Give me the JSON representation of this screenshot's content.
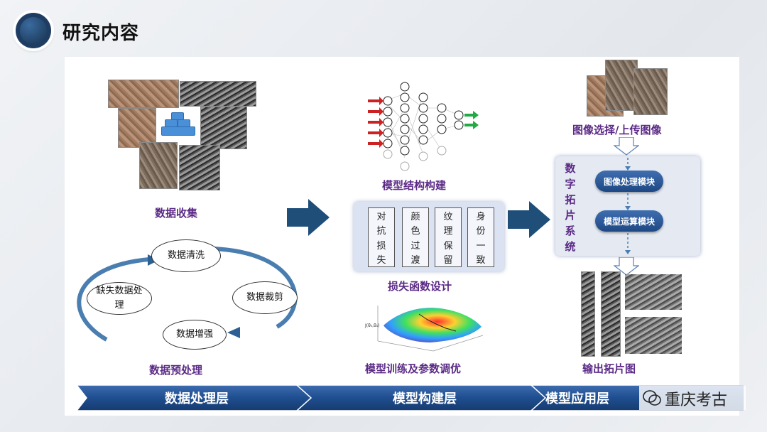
{
  "page_title": "研究内容",
  "sections": {
    "data_collection": "数据收集",
    "preprocessing": "数据预处理",
    "model_structure": "模型结构构建",
    "loss_design": "损失函数设计",
    "training": "模型训练及参数调优",
    "image_select": "图像选择/上传图像",
    "output": "输出拓片图"
  },
  "cycle_nodes": {
    "clean": "数据清洗",
    "crop": "数据裁剪",
    "augment": "数据增强",
    "missing": "缺失数据处理"
  },
  "loss_terms": [
    [
      "对",
      "抗",
      "损",
      "失"
    ],
    [
      "颜",
      "色",
      "过",
      "渡"
    ],
    [
      "纹",
      "理",
      "保",
      "留"
    ],
    [
      "身",
      "份",
      "一",
      "致"
    ]
  ],
  "system": {
    "label_chars": [
      "数",
      "字",
      "拓",
      "片",
      "系",
      "统"
    ],
    "module1": "图像处理模块",
    "module2": "模型运算模块"
  },
  "layers": {
    "data": "数据处理层",
    "model": "模型构建层",
    "app": "模型应用层"
  },
  "watermark": "重庆考古",
  "colors": {
    "accent_purple": "#5b2a86",
    "arrow_blue": "#1f4e79",
    "bar_blue": "#1f4e8f"
  }
}
